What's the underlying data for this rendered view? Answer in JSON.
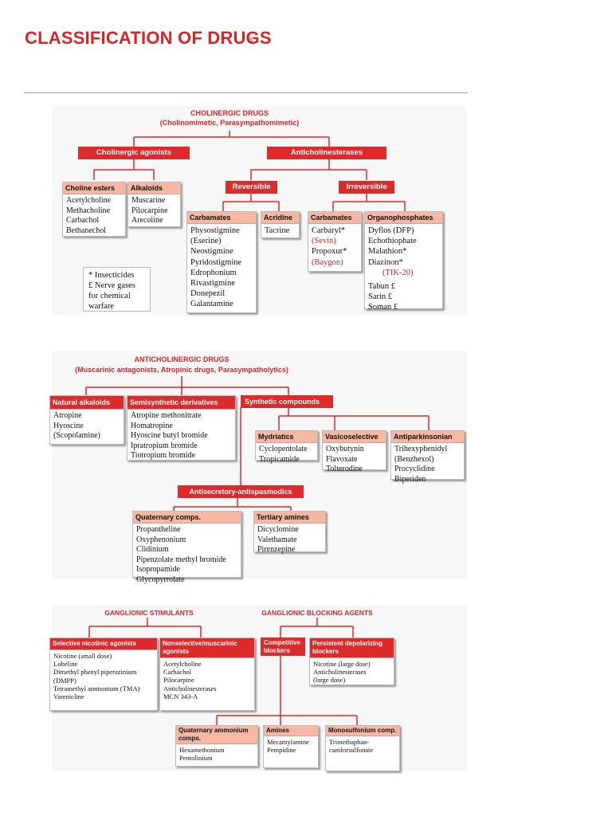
{
  "page": {
    "title": "CLASSIFICATION OF DRUGS",
    "stray_mark": "s"
  },
  "cholinergic": {
    "title": "CHOLINERGIC DRUGS",
    "subtitle": "(Cholinomimetic, Parasympathomimetic)",
    "agonists": "Cholinergic agonists",
    "antiche": "Anticholinesterases",
    "reversible": "Reversible",
    "irreversible": "Irreversible",
    "choline_esters": {
      "header": "Choline esters",
      "items": [
        "Acetylcholine",
        "Methacholine",
        "Carbachol",
        "Bethanechol"
      ]
    },
    "alkaloids": {
      "header": "Alkaloids",
      "items": [
        "Muscarine",
        "Pilocarpine",
        "Arecoline"
      ]
    },
    "rev_carbamates": {
      "header": "Carbamates",
      "items": [
        "Physostigmine",
        "(Eserine)",
        "Neostigmine",
        "Pyridostigmine",
        "Edrophonium",
        "Rivastigmine",
        "Donepezil",
        "Galantamine"
      ]
    },
    "acridine": {
      "header": "Acridine",
      "items": [
        "Tacrine"
      ]
    },
    "irr_carbamates": {
      "header": "Carbamates",
      "items": [
        "Carbaryl*",
        "(Sevin)",
        "Propoxur*",
        "(Baygon)"
      ]
    },
    "organophosphates": {
      "header": "Organophosphates",
      "items": [
        "Dyflos (DFP)",
        "Echothiophate",
        "Malathion*",
        "Diazinon*",
        "(TIK-20)",
        "Tabun £",
        "Sarin £",
        "Soman £"
      ]
    },
    "note": [
      "* Insecticides",
      "£ Nerve gases",
      "for chemical",
      "warfare"
    ]
  },
  "anticholinergic": {
    "title": "ANTICHOLINERGIC DRUGS",
    "subtitle": "(Muscarinic antagonists, Atropinic drugs, Parasympatholytics)",
    "natural": {
      "header": "Natural alkaloids",
      "items": [
        "Atropine",
        "Hyoscine",
        "(Scopolamine)"
      ]
    },
    "semisynthetic": {
      "header": "Semisynthetic derivatives",
      "items": [
        "Atropine methonitrate",
        "Homatropine",
        "Hyoscine butyl bromide",
        "Ipratropium bromide",
        "Tiotropium bromide"
      ]
    },
    "synthetic": "Synthetic compounds",
    "mydriatics": {
      "header": "Mydriatics",
      "items": [
        "Cyclopentolate",
        "Tropicamide"
      ]
    },
    "vasicoselective": {
      "header": "Vasicoselective",
      "items": [
        "Oxybutynin",
        "Flavoxate",
        "Tolterodine"
      ]
    },
    "antiparkinsonian": {
      "header": "Antiparkinsonian",
      "items": [
        "Trihexyphenidyl",
        "(Benzhexol)",
        "Procyclidine",
        "Biperiden"
      ]
    },
    "antisecretory": "Antisecretory-antispasmodics",
    "quaternary": {
      "header": "Quaternary comps.",
      "items": [
        "Propantheline",
        "Oxyphenonium",
        "Clidinium",
        "Pipenzolate methyl bromide",
        "Isopropamide",
        "Glycopyrrolate"
      ]
    },
    "tertiary": {
      "header": "Tertiary amines",
      "items": [
        "Dicyclomine",
        "Valethamate",
        "Pirenzepine"
      ]
    }
  },
  "ganglionic": {
    "stimulants_title": "GANGLIONIC STIMULANTS",
    "blocking_title": "GANGLIONIC BLOCKING AGENTS",
    "selective": {
      "header": "Selective nicotinic agonists",
      "items": [
        "Nicotine (small dose)",
        "Lobeline",
        "Dimethyl phenyl piperazinium",
        "(DMPP)",
        "Tetramethyl ammonium (TMA)",
        "Varenicline"
      ]
    },
    "nonselective": {
      "header": "Nonselective/muscarinic agonists",
      "items": [
        "Acetylcholine",
        "Carbachol",
        "Pilocarpine",
        "Anticholinesterases",
        "MCN 343-A"
      ]
    },
    "competitive": "Competitive blockers",
    "persistent": {
      "header": "Persistent depolarizing blockers",
      "items": [
        "Nicotine (large dose)",
        "Anticholinesterases",
        "(large dose)"
      ]
    },
    "quaternary_amm": {
      "header": "Quaternary ammonium comps.",
      "items": [
        "Hexamethonium",
        "Pentolinium"
      ]
    },
    "amines": {
      "header": "Amines",
      "items": [
        "Mecamylamine",
        "Pempidine"
      ]
    },
    "monosulfonium": {
      "header": "Monosulfonium comp.",
      "items": [
        "Trimethaphan-",
        "camforsulfonate"
      ]
    }
  },
  "colors": {
    "accent": "#dd2a2a",
    "header_fill": "#f6b8a3",
    "title_red": "#d7262a"
  }
}
